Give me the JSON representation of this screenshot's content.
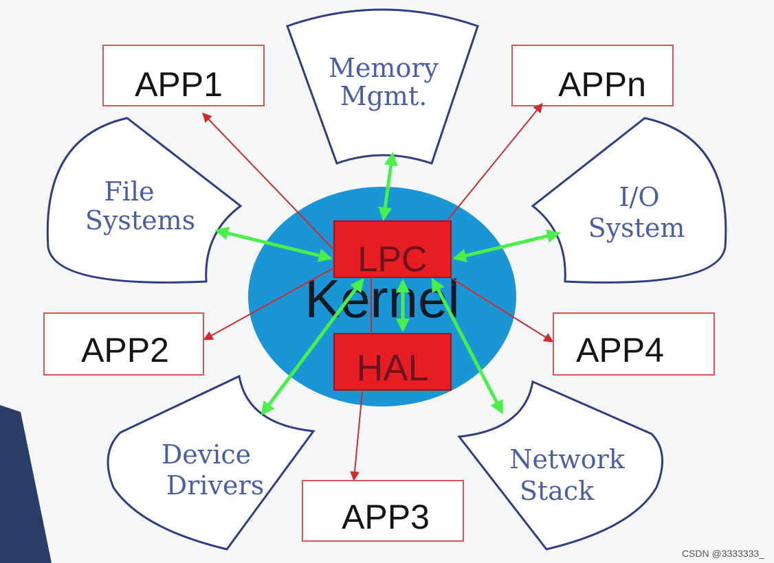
{
  "kernel": {
    "label": "Kernel"
  },
  "lpc": {
    "label": "LPC"
  },
  "hal": {
    "label": "HAL"
  },
  "components": {
    "memory": [
      "Memory",
      "Mgmt."
    ],
    "file_systems": [
      "File",
      "Systems"
    ],
    "io_system": [
      "I/O",
      "System"
    ],
    "device_drivers": [
      "Device",
      "Drivers"
    ],
    "network_stack": [
      "Network",
      "Stack"
    ]
  },
  "apps": {
    "app1": "APP1",
    "appn": "APPn",
    "app2": "APP2",
    "app4": "APP4",
    "app3": "APP3"
  },
  "watermark": "CSDN @3333333_",
  "colors": {
    "kernel_fill": "#1a96d6",
    "box_fill": "#e61e24",
    "segment_stroke": "#2e3d84",
    "app_border": "#d95555",
    "green_arrow": "#4af04a",
    "red_arrow": "#d02a2a"
  }
}
